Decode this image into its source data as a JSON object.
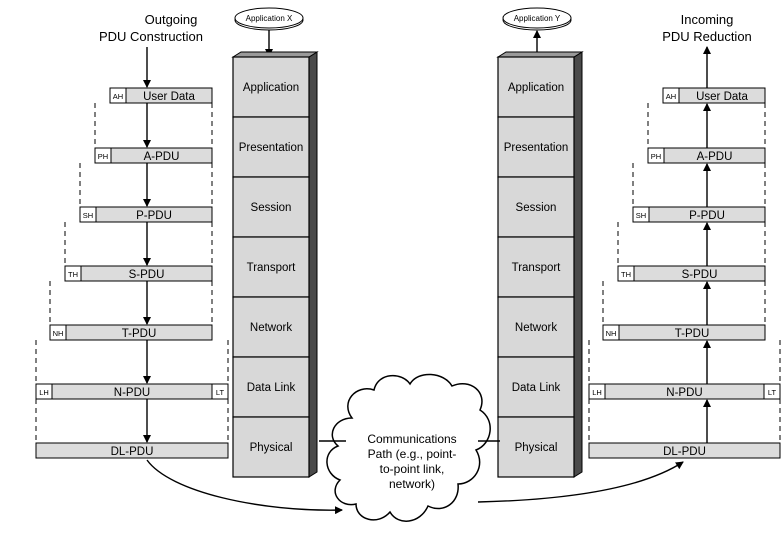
{
  "left_caption": [
    "Outgoing",
    "PDU Construction"
  ],
  "right_caption": [
    "Incoming",
    "PDU Reduction"
  ],
  "app_left": "Application X",
  "app_right": "Application Y",
  "layers": [
    "Application",
    "Presentation",
    "Session",
    "Transport",
    "Network",
    "Data Link",
    "Physical"
  ],
  "pdus": [
    {
      "header": "AH",
      "label": "User Data",
      "trailer": ""
    },
    {
      "header": "PH",
      "label": "A-PDU",
      "trailer": ""
    },
    {
      "header": "SH",
      "label": "P-PDU",
      "trailer": ""
    },
    {
      "header": "TH",
      "label": "S-PDU",
      "trailer": ""
    },
    {
      "header": "NH",
      "label": "T-PDU",
      "trailer": ""
    },
    {
      "header": "LH",
      "label": "N-PDU",
      "trailer": "LT"
    },
    {
      "header": "",
      "label": "DL-PDU",
      "trailer": ""
    }
  ],
  "cloud_text": [
    "Communications",
    "Path (e.g., point-",
    "to-point link,",
    "network)"
  ]
}
